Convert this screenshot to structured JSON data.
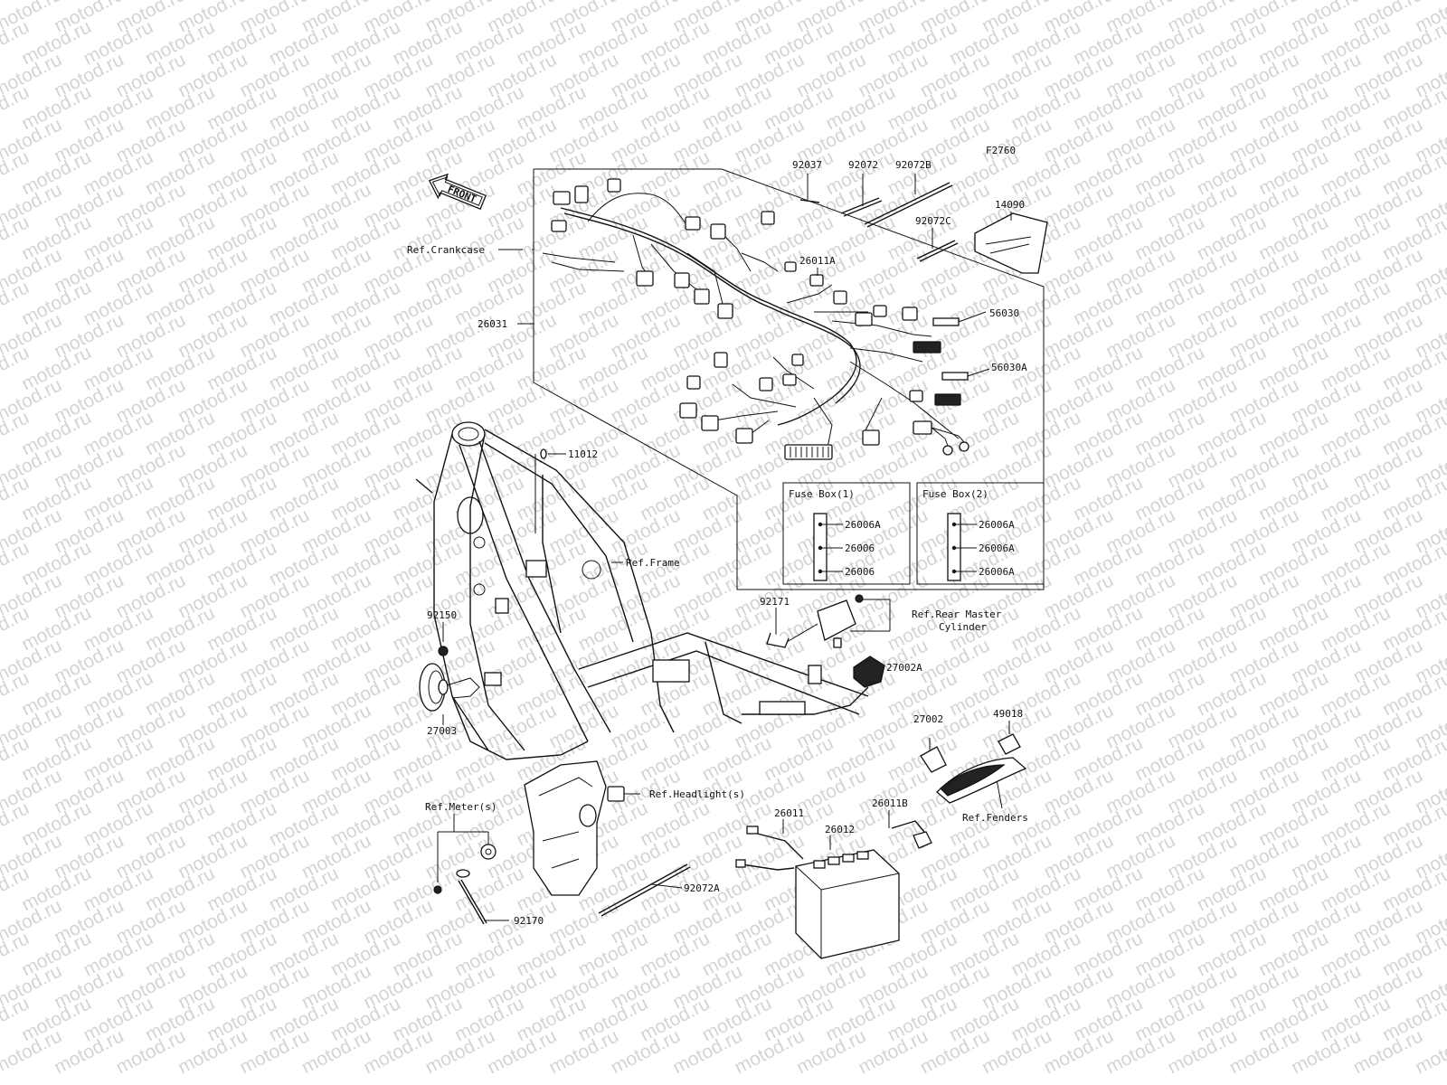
{
  "diagram_code": "F2760",
  "front_label": "FRONT",
  "watermark": "motod.ru",
  "labels": {
    "p92037": "92037",
    "p92072": "92072",
    "p92072b": "92072B",
    "p92072c": "92072C",
    "p14090": "14090",
    "p26011a": "26011A",
    "p56030": "56030",
    "p56030a": "56030A",
    "p26031": "26031",
    "ref_crankcase": "Ref.Crankcase",
    "p11012": "11012",
    "ref_frame": "Ref.Frame",
    "p92171": "92171",
    "ref_rear_master_1": "Ref.Rear Master",
    "ref_rear_master_2": "Cylinder",
    "p27002a": "27002A",
    "p92150": "92150",
    "p27003": "27003",
    "p27002": "27002",
    "p49018": "49018",
    "ref_headlight": "Ref.Headlight(s)",
    "ref_meter": "Ref.Meter(s)",
    "p26011": "26011",
    "p26012": "26012",
    "p26011b": "26011B",
    "ref_fenders": "Ref.Fenders",
    "p92072a": "92072A",
    "p92170": "92170"
  },
  "fuse_boxes": [
    {
      "title": "Fuse Box(1)",
      "fuses": [
        "26006A",
        "26006",
        "26006"
      ]
    },
    {
      "title": "Fuse Box(2)",
      "fuses": [
        "26006A",
        "26006A",
        "26006A"
      ]
    }
  ]
}
